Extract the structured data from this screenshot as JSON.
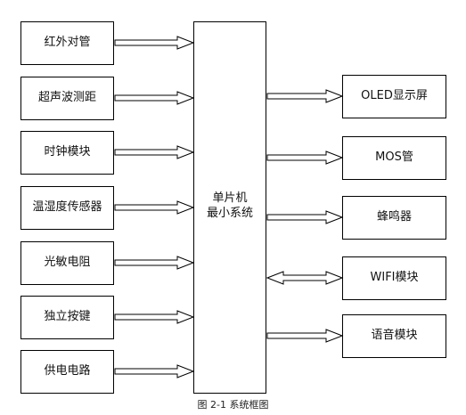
{
  "diagram": {
    "inputs": [
      {
        "label": "红外对管"
      },
      {
        "label": "超声波测距"
      },
      {
        "label": "时钟模块"
      },
      {
        "label": "温湿度传感器"
      },
      {
        "label": "光敏电阻"
      },
      {
        "label": "独立按键"
      },
      {
        "label": "供电电路"
      }
    ],
    "center": {
      "line1": "单片机",
      "line2": "最小系统"
    },
    "outputs": [
      {
        "label": "OLED显示屏",
        "direction": "out"
      },
      {
        "label": "MOS管",
        "direction": "out"
      },
      {
        "label": "蜂鸣器",
        "direction": "out"
      },
      {
        "label": "WIFI模块",
        "direction": "bidirectional"
      },
      {
        "label": "语音模块",
        "direction": "out"
      }
    ],
    "caption": "图 2-1 系统框图"
  }
}
